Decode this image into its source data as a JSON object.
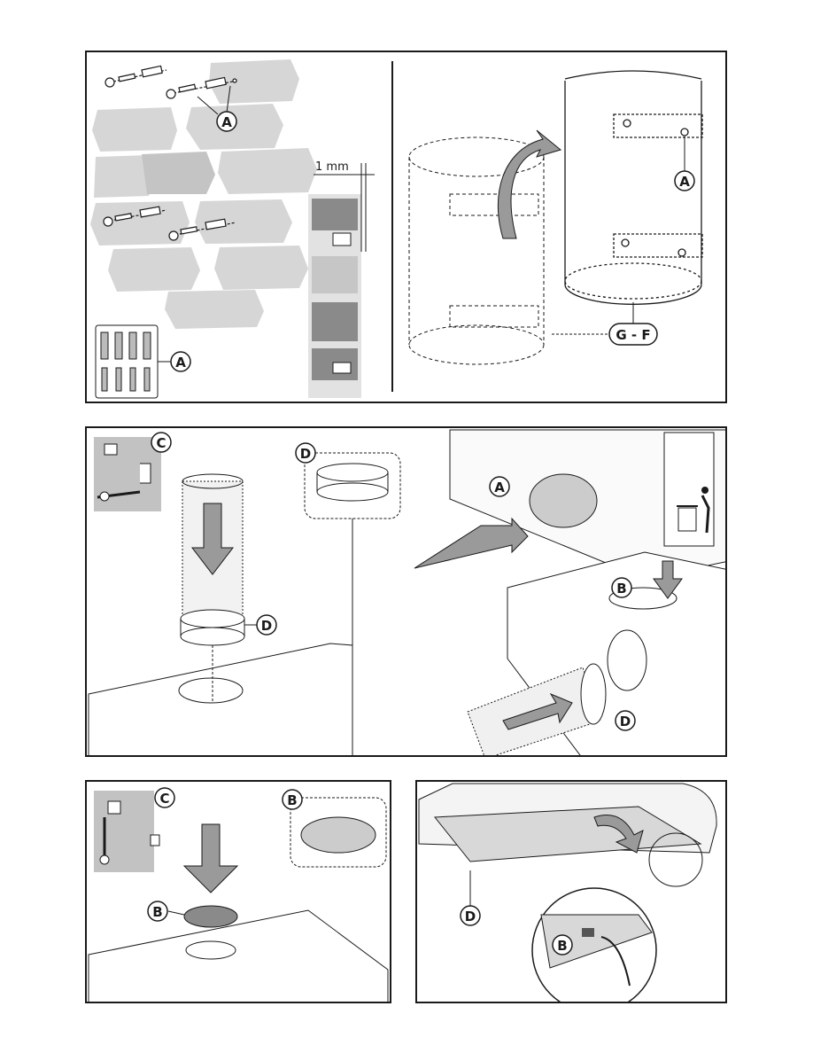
{
  "labels": {
    "A": "A",
    "B": "B",
    "C": "C",
    "D": "D",
    "GF": "G - F",
    "mm": "1 mm"
  },
  "colors": {
    "frame": "#1a1a1a",
    "brick": "#d0d0d0",
    "brick_dark": "#8a8a8a",
    "arrow": "#9a9a9a",
    "panel_grey": "#bdbdbd"
  },
  "icons": {
    "screw": "screw-icon",
    "trash": "recycle-bin-icon",
    "hand": "hand-icon"
  }
}
